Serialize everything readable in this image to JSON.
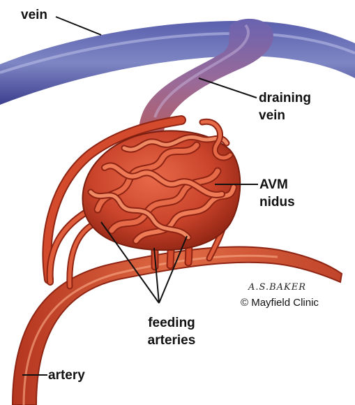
{
  "labels": {
    "vein": "vein",
    "draining_vein": [
      "draining",
      "vein"
    ],
    "avm_nidus": [
      "AVM",
      "nidus"
    ],
    "feeding_arteries": [
      "feeding",
      "arteries"
    ],
    "artery": "artery"
  },
  "signature": "A.S.BAKER",
  "credit": "© Mayfield Clinic",
  "colors": {
    "vein_light": "#7f86c4",
    "vein_dark": "#3c3f8e",
    "artery_red": "#d44a2c",
    "artery_dark": "#8e2413",
    "artery_light": "#f08a64"
  }
}
